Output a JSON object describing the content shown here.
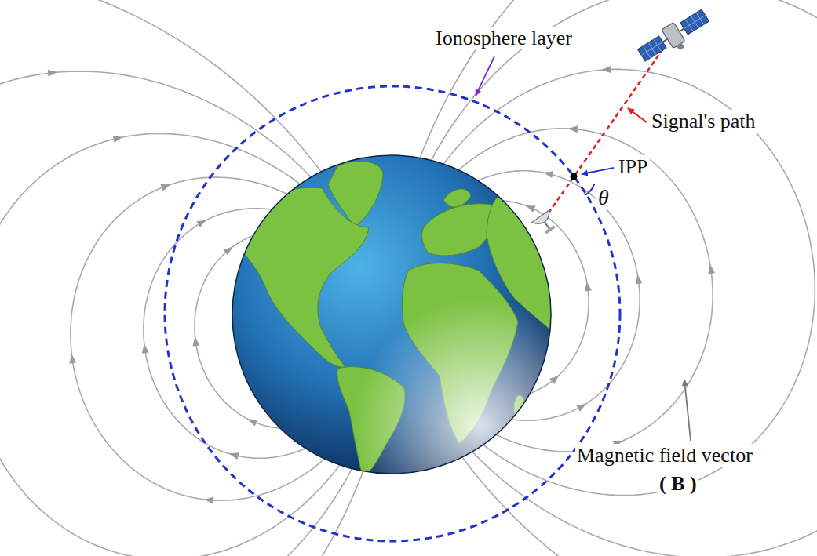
{
  "diagram": {
    "labels": [
      "Ionosphere layer",
      "Signal's path",
      "IPP",
      "θ",
      "Magnetic field vector",
      "( B )"
    ]
  }
}
